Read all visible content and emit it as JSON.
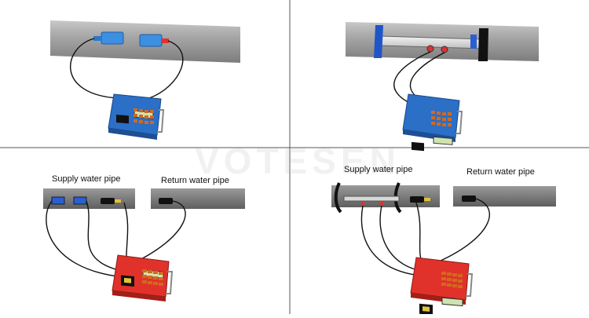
{
  "watermark": "VOTESEN",
  "panels": {
    "bottom_left": {
      "supply_label": "Supply water pipe",
      "return_label": "Return water pipe"
    },
    "bottom_right": {
      "supply_label": "Supply water pipe",
      "return_label": "Return water pipe"
    }
  },
  "colors": {
    "pipe": "#9c9c9c",
    "meter_blue": "#2b6fc7",
    "meter_red": "#e0322b",
    "keypad": "#d2691e",
    "cable": "#111111"
  }
}
